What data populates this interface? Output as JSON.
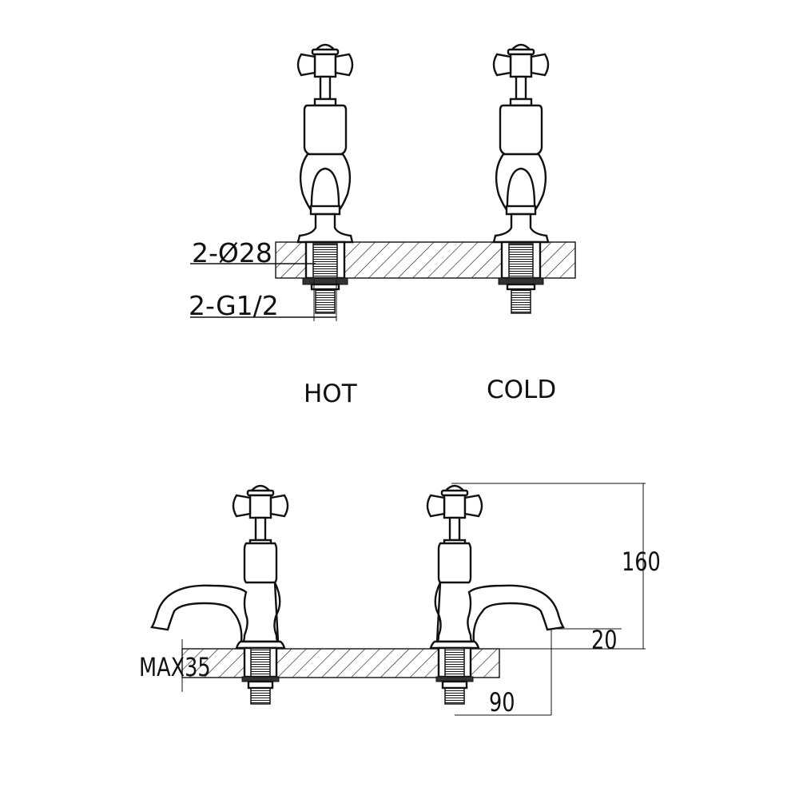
{
  "front_view": {
    "labels": {
      "hot": "HOT",
      "cold": "COLD"
    },
    "dimensions": {
      "hole_diameter": "2-Ø28",
      "thread": "2-G1/2"
    }
  },
  "side_view": {
    "dimensions": {
      "height": "160",
      "spout_height": "20",
      "spout_reach": "90",
      "max_deck_thickness": "MAX35"
    }
  },
  "colors": {
    "line": "#111111",
    "background": "#ffffff"
  }
}
